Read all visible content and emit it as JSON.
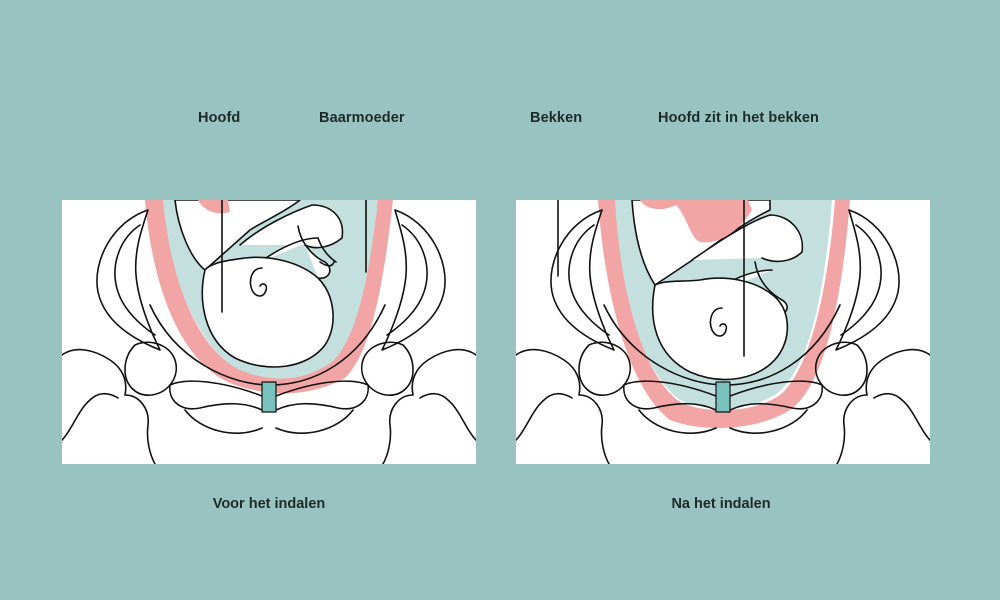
{
  "panels": [
    {
      "caption": "Voor het indalen",
      "labels": [
        "Hoofd",
        "Baarmoeder"
      ]
    },
    {
      "caption": "Na het indalen",
      "labels": [
        "Bekken",
        "Hoofd zit in het bekken"
      ]
    }
  ],
  "colors": {
    "background": "#98c3c1",
    "uterus": "#f2a5a5",
    "amniotic_fluid": "#c4e0de",
    "cervix": "#7ac2bd",
    "outline": "#111111"
  }
}
